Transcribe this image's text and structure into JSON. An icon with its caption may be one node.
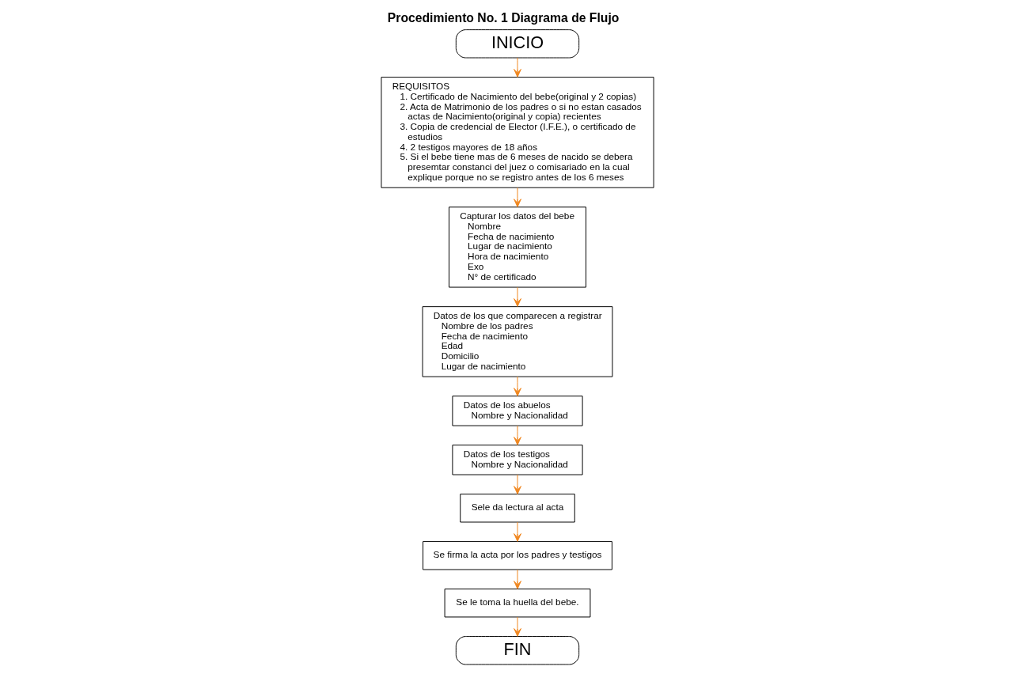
{
  "diagram": {
    "title": "Procedimiento No. 1 Diagrama de Flujo",
    "nodes": [
      {
        "text": [
          "INICIO"
        ]
      },
      {
        "text": [
          "REQUISITOS",
          "1. Certificado de Nacimiento del bebe(original y 2 copias)",
          "2. Acta de Matrimonio de los padres o si no estan casados actas de Nacimiento(original y copia) recientes",
          "3. Copia de credencial de Elector (I.F.E.), o certificado de estudios",
          "4. 2 testigos mayores de 18 años",
          "5. Si el bebe tiene mas de 6 meses de nacido se debera presemtar constanci del juez o comisariado en la cual explique porque no se registro antes de los 6 meses"
        ]
      },
      {
        "text": [
          "Capturar los datos del bebe",
          "Nombre",
          "Fecha de nacimiento",
          "Lugar de nacimiento",
          "Hora de nacimiento",
          "Exo",
          "N° de certificado"
        ]
      },
      {
        "text": [
          "Datos de los que comparecen a registrar",
          "Nombre de los padres",
          "Fecha de nacimiento",
          "Edad",
          "Domicilio",
          "Lugar de nacimiento"
        ]
      },
      {
        "text": [
          "Datos de los abuelos",
          "Nombre y Nacionalidad"
        ]
      },
      {
        "text": [
          "Datos de los testigos",
          "Nombre y Nacionalidad"
        ]
      },
      {
        "text": [
          "Sele da lectura al acta"
        ]
      },
      {
        "text": [
          "Se firma la acta por los padres y testigos"
        ]
      },
      {
        "text": [
          "Se le toma la huella del bebe."
        ]
      },
      {
        "text": [
          "FIN"
        ]
      }
    ],
    "edges": [
      {
        "from": 0,
        "to": 1,
        "arrow": "to"
      },
      {
        "from": 1,
        "to": 2,
        "arrow": "to"
      },
      {
        "from": 2,
        "to": 3,
        "arrow": "to"
      },
      {
        "from": 3,
        "to": 4,
        "arrow": "to"
      },
      {
        "from": 4,
        "to": 5,
        "arrow": "to"
      },
      {
        "from": 5,
        "to": 6,
        "arrow": "to"
      },
      {
        "from": 6,
        "to": 7,
        "arrow": "to"
      },
      {
        "from": 7,
        "to": 8,
        "arrow": "to"
      },
      {
        "from": 8,
        "to": 9,
        "arrow": "to"
      }
    ]
  }
}
